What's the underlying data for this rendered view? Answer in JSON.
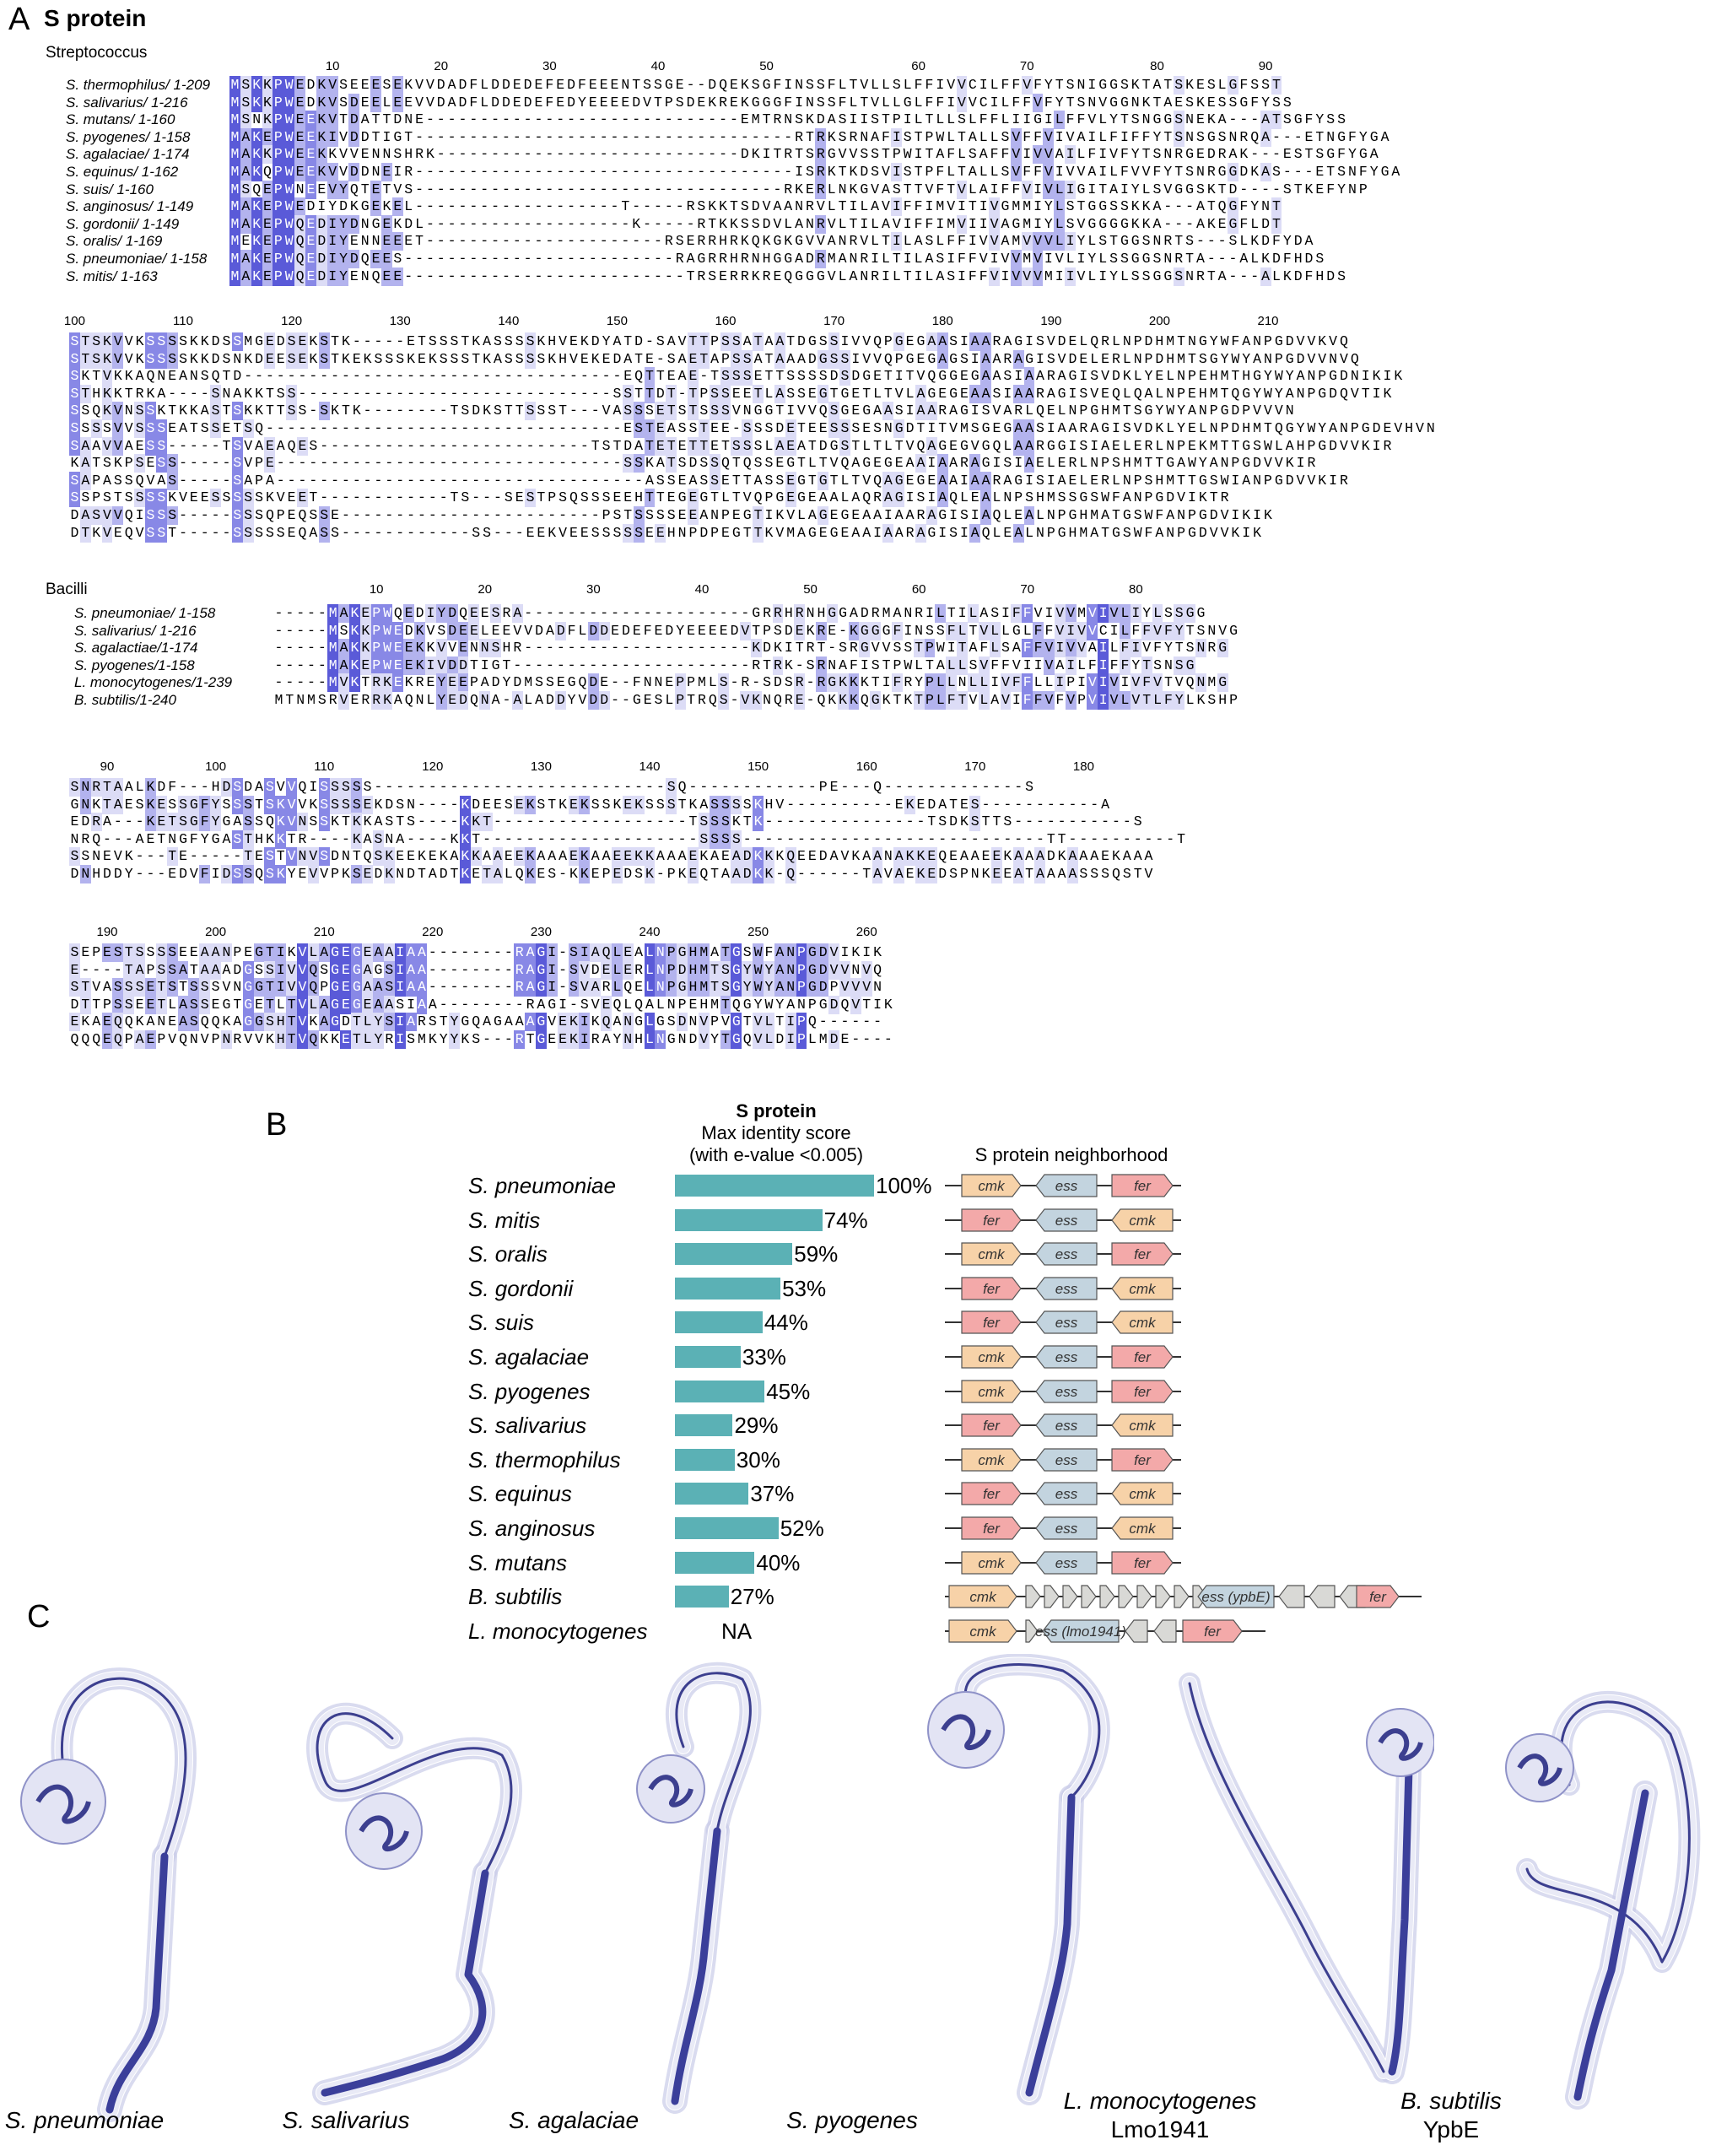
{
  "panels": {
    "a": "A",
    "b": "B",
    "c": "C"
  },
  "panel_a": {
    "title": "S protein",
    "group1_label": "Streptococcus",
    "group2_label": "Bacilli",
    "block1": {
      "ruler_start": 10,
      "ruler_step": 10,
      "ruler_end": 90,
      "names": [
        "S. thermophilus/ 1-209",
        "S. salivarius/ 1-216",
        "S. mutans/ 1-160",
        "S. pyogenes/ 1-158",
        "S. agalaciae/ 1-174",
        "S. equinus/ 1-162",
        "S. suis/ 1-160",
        "S. anginosus/ 1-149",
        "S. gordonii/ 1-149",
        "S. oralis/ 1-169",
        "S. pneumoniae/ 1-158",
        "S. mitis/ 1-163"
      ],
      "seqs": [
        "MSKKPWEDKVSEEESEKVVDADFLDDEDEFEDFEEENTSSGE--DQEKSGFINSSFLTVLLSLFFIVVCILFFVFYTSNIGGSKTATSKESLGFSST",
        "MSKKPWEDKVSDEELEEVVDADFLDDEDEFEDYEEEEDVTPSDEKREKGGGFINSSFLTVLLGLFFIVVCILFFVFYTSNVGGNKTAESKESSGFYSS",
        "MSNKPWEEKVTDATTDNE-----------------------------EMTRNSKDASIISTPILTLLSLFFLIIGILFFVLYTSNGGSNEKA---ATSGFYSS",
        "MAKEPWEEKIVDDTIGT-----------------------------------RTRKSRNAFISTPWLTALLSVFFVIVAILFIFFYTSNSGSNRQA---ETNGFYGA",
        "MAKKPWEEKKVVENNSHRK----------------------------DKITRTSRGVVSSTPWITAFLSAFFVIVVAILFIVFYTSNRGEDRAK---ESTSGFYGA",
        "MAKQPWEEKVVDDNEIR-----------------------------------ISRKTKDSVISTPFLTALLSVFFVIVVAILFVVFYTSNRGGDKAS---ETSNFYGA",
        "MSQEPWNEEVYQTETVS----------------------------------RKERLNKGVASTTVFTVLAIFFVIVLIGITAIYLSVGGSKTD----STKEFYNP",
        "MAKEPWEDIYDKGEKEL-------------------T-----RSKKTSDVAANRVLTILAVIFFIMVITIVGMMIYLSTGGSSKKA---ATQGFYNT",
        "MAKEPWQEDIYDNGEKDL-------------------K-----RTKKSSDVLANRVLTILAVIFFIMVIIVAGMIYLSVGGGGKKA---AKEGFLDT",
        "MEKEPWQEDIYENNEEET----------------------RSERRHRKQKGKGVVANRVLTILASLFFIVVAMVVVLIYLSTGGSNRTS---SLKDFYDA",
        "MAKEPWQEDIYDQEES-------------------------RAGRRHRNHGGADRMANRILTILASIFFVIVVMVIVLIYLSSGGSNRTA---ALKDFHDS",
        "MAKEPWQEDIYENQEE--------------------------TRSERRKREQGGGVLANRILTILASIFFVIVVVMIIVLIYLSSGGSNRTA---ALKDFHDS"
      ]
    },
    "block2": {
      "ruler_start": 100,
      "ruler_step": 10,
      "ruler_end": 210,
      "seqs": [
        "STSKVVKSSSSKKDSSMGEDSEKSTK-----ETSSSTKASSSSKHVEKDYATD-SAVTTPSSATAATDGSSIVVQPGEGAASIAARAGISVDELQRLNPDHMTNGYWFANPGDVVKVQ",
        "STSKVVKSSSSKKDSNKDEESEKSTKEKSSSKEKSSSTKASSSSKHVEKEDATE-SAETAPSSATAAADGSSIVVQPGEGAGSIAARAGISVDELERLNPDHMTSGYWYANPGDVVNVQ",
        "SKTVKKAQNEANSQTD-----------------------------------EQTTEAE-TSSSETTSSSSDSDGETITVQGGEGAASIAARAGISVDKLYELNPEHMTHGYWYANPGDNIKIK",
        "STHKKTRKA----SNAKKTSS-----------------------------SSTTDT-TPSSEETLASSEGTGETLTVLAGEGEAASIAARAGISVEQLQALNPEHMTQGYWYANPGDQVTIK",
        "SSQKVNSSKTKKASTSKKTTSS-SKTK--------TSDKSTTSSST---VASSSETSTSSSVNGGTIVVQSGEGAASIAARAGISVARLQELNPGHMTSGYWYANPGDPVVVN",
        "SSSSVVSSSEATSSETSQ---------------------------------ESTEASSTEE-SSSDETEESSSESNGDTITVMSGEGAASIAARAGISVDKLYELNPDHMTQGYWYANPGDEVHVN",
        "SAAVVAESS-----TSVAEAQES-------------------------TSTDATETETTETSSSLAEATDGSTLTLTVQAGEGVGQLAARGGISIAELERLNPEKMTTGSWLAHPGDVVKIR",
        "KATSKPSESS-----SVPE--------------------------------SSKATSDSSQTQSSEGTLTVQAGEGEAAIAARAGISIAELERLNPSHMTTGAWYANPGDVVKIR",
        "SAPASSQVAS-----SAPA----------------------------------ASSEASSETTASSEGTGTLTVQAGEGEAAIAARAGISIAELERLNPSHMTTGSWIANPGDVVKIR",
        "SSPSTSSSSKVEESSSSSKVEET------------TS---SESTPSQSSSEEHTTEGEGTLTVQPGEGEAALAQRAGISIAQLEALNPSHMSSGSWFANPGDVIKTR",
        "DASVVQISSS-----SSSQPEQSSE------------------------PSTSSSSEEANPEGTIKVLAGEGEAAIAARAGISIAQLEALNPGHMATGSWFANPGDVIKIK",
        "DTKVEQVSST-----SSSSSEQASS------------SS---EEKVEESSSSSEEHNPDPEGTTKVMAGEGEAAIAARAGISIAQLEALNPGHMATGSWFANPGDVVKIK"
      ]
    },
    "block3": {
      "ruler_start": 10,
      "ruler_step": 10,
      "ruler_end": 80,
      "names": [
        "S. pneumoniae/ 1-158",
        "S. salivarius/ 1-216",
        "S. agalactiae/1-174",
        "S. pyogenes/1-158",
        "L. monocytogenes/1-239",
        "B. subtilis/1-240"
      ],
      "seqs": [
        "-----MAKEPWQEDIYDQEESRA---------------------GRRHRNHGGADRMANRILTILASIFFVIVVMVIVLIYLSSGG",
        "-----MSKKPWEDKVSDEELEEVVDADFLDDEDEFEDYEEEEDVTPSDEKRE-KGGGFINSSFLTVLLGLFFVIVVCILFFVFYTSNVG",
        "-----MAKKPWEEKKVVENNSHR---------------------KDKITRT-SRGVVSSTPWITAFLSAFFVIVVAILFIVFYTSNRG",
        "-----MAKEPWEEKIVDDTIGT----------------------RTRK-SRNAFISTPWLTALLSVFFVIIVAILFIFFYTSNSG",
        "-----MVKTRKEKREYEEPADYDMSSEGQDE--FNNEPPMLS-R-SDSR-RGKKKTIFRYPLLNLLIVFFLLIPIVIVIVFVTVQNMG",
        "MTNMSRVERRKAQNLYEDQNA-ALADDYVDD--GESLPTRQS-VKNQRE-QKKKQGKTKTPLFTVLAVIFFVFVPVIVLVTLFYLKSHP"
      ]
    },
    "block4": {
      "ruler_start": 90,
      "ruler_step": 10,
      "ruler_end": 180,
      "seqs": [
        "SNRTAALKDF---HDSDASVVQISSSSS---------------------------SQ------------PE---Q-------------S",
        "GNKTAESKESSGFYSSSTSKVVKSSSSEKDSN----KDEESEKSTKEKSSKEKSSSTKASSSSKHV----------EKEDATES-----------A",
        "EDRA---KETSGFYGASSQKVNSSKTKKASTS----KKT------------------TSSSKTK---------------TSDKSTTS-----------S",
        "NRQ---AETNGFYGASTHKKTR----KASNA----KKT--------------------SSSS----------------------------TT----------T",
        "SSNEVK---TE-----TESTVNVSDNTQSKEEKEKAKKAAEEKAAAEKAAEEKKAAAEKAEADKKKQEEDAVKAANAKKEQEAAEEKAAADKAAAEKAAA",
        "DNHDDY---EDVFIDSSQSKYEVVPKSEDKNDTADTKETALQKES-KKEPEDSK-PKEQTAADKK-Q------TAVAEKEDSPNKEEATAAAASSSQSTV"
      ]
    },
    "block5": {
      "ruler_start": 190,
      "ruler_step": 10,
      "ruler_end": 260,
      "seqs": [
        "SEPESTSSSSEEAANPEGTIKVLAGEGEAAIAA--------RAGI-SIAQLEALNPGHMATGSWFANPGDVIKIK",
        "E----TAPSSATAAADGSSIVVQSGEGAGSIAA--------RAGI-SVDELERLNPDHMTSGYWYANPGDVVNVQ",
        "STVASSSETSTSSSVNGGTIVVQPGEGAASIAA--------RAGI-SVARLQELNPGHMTSGYWYANPGDPVVVN",
        "DTTPSSEETLASSEGTGETLTVLAGEGEAASIAA--------RAGI-SVEQLQALNPEHMTQGYWYANPGDQVTIK",
        "EKAEQQKANEASQQKAGGSHTVKAGDTLYSIARSTYGQAGAAAGVEKIKQANGLGSDNVPVGTVLTIPQ------",
        "QQQEQPAEPVQNVPNRVVKHTVQKKETLYRISMKYYKS---RTGEEKIRAYNHLNGNDVYTGQVLDIPLMDE----"
      ]
    }
  },
  "panel_b": {
    "header_title": "S protein",
    "header_sub1": "Max identity score",
    "header_sub2": "(with e-value <0.005)",
    "neighborhood_title": "S protein neighborhood",
    "colors": {
      "bar": "#5bb1b5",
      "cmk": "#f7d2a8",
      "ess": "#c3d4df",
      "fer": "#f3a9a9",
      "other": "#d9d9d6"
    },
    "rows": [
      {
        "species": "S. pneumoniae",
        "pct": "100%",
        "value": 100,
        "genes": [
          "cmk",
          "ess",
          "fer"
        ]
      },
      {
        "species": "S. mitis",
        "pct": "74%",
        "value": 74,
        "genes": [
          "fer",
          "ess",
          "cmk"
        ]
      },
      {
        "species": "S. oralis",
        "pct": "59%",
        "value": 59,
        "genes": [
          "cmk",
          "ess",
          "fer"
        ]
      },
      {
        "species": "S. gordonii",
        "pct": "53%",
        "value": 53,
        "genes": [
          "fer",
          "ess",
          "cmk"
        ]
      },
      {
        "species": "S. suis",
        "pct": "44%",
        "value": 44,
        "genes": [
          "fer",
          "ess",
          "cmk"
        ]
      },
      {
        "species": "S. agalaciae",
        "pct": "33%",
        "value": 33,
        "genes": [
          "cmk",
          "ess",
          "fer"
        ]
      },
      {
        "species": "S. pyogenes",
        "pct": "45%",
        "value": 45,
        "genes": [
          "cmk",
          "ess",
          "fer"
        ]
      },
      {
        "species": "S. salivarius",
        "pct": "29%",
        "value": 29,
        "genes": [
          "fer",
          "ess",
          "cmk"
        ]
      },
      {
        "species": "S. thermophilus",
        "pct": "30%",
        "value": 30,
        "genes": [
          "cmk",
          "ess",
          "fer"
        ]
      },
      {
        "species": "S. equinus",
        "pct": "37%",
        "value": 37,
        "genes": [
          "fer",
          "ess",
          "cmk"
        ]
      },
      {
        "species": "S. anginosus",
        "pct": "52%",
        "value": 52,
        "genes": [
          "fer",
          "ess",
          "cmk"
        ]
      },
      {
        "species": "S. mutans",
        "pct": "40%",
        "value": 40,
        "genes": [
          "cmk",
          "ess",
          "fer"
        ]
      },
      {
        "species": "B. subtilis",
        "pct": "27%",
        "value": 27,
        "genes": [
          "cmk",
          "ess (ypbE)",
          "fer"
        ]
      },
      {
        "species": "L. monocytogenes",
        "pct": "NA",
        "value": null,
        "genes": [
          "cmk",
          "ess (lmo1941)",
          "fer"
        ]
      }
    ]
  },
  "panel_c": {
    "structures": [
      {
        "species": "S. pneumoniae",
        "gene": ""
      },
      {
        "species": "S. salivarius",
        "gene": ""
      },
      {
        "species": "S. agalaciae",
        "gene": ""
      },
      {
        "species": "S. pyogenes",
        "gene": ""
      },
      {
        "species": "L. monocytogenes",
        "gene": "Lmo1941"
      },
      {
        "species": "B. subtilis",
        "gene": "YpbE"
      }
    ]
  }
}
